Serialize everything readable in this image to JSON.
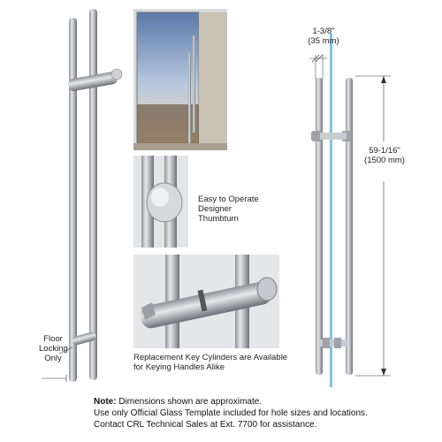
{
  "callouts": {
    "thumbturn": [
      "Easy to Operate",
      "Designer",
      "Thumbturn"
    ],
    "floor_locking": [
      "Floor",
      "Locking",
      "Only"
    ],
    "key_cylinders": [
      "Replacement Key Cylinders are Available",
      "for Keying Handles Alike"
    ]
  },
  "dimensions": {
    "width_imperial": "1-3/8\"",
    "width_metric": "(35 mm)",
    "length_imperial": "59-1/16\"",
    "length_metric": "(1500 mm)"
  },
  "notes": {
    "label": "Note:",
    "line1": " Dimensions shown are approximate.",
    "line2": "Use only Official Glass Template included for hole sizes and locations.",
    "line3": "Contact CRL Technical Sales at Ext. 7700 for assistance."
  },
  "colors": {
    "steel": "#b9bcc1",
    "glass": "#7fc2e6",
    "sky": "#8aa6c8"
  }
}
